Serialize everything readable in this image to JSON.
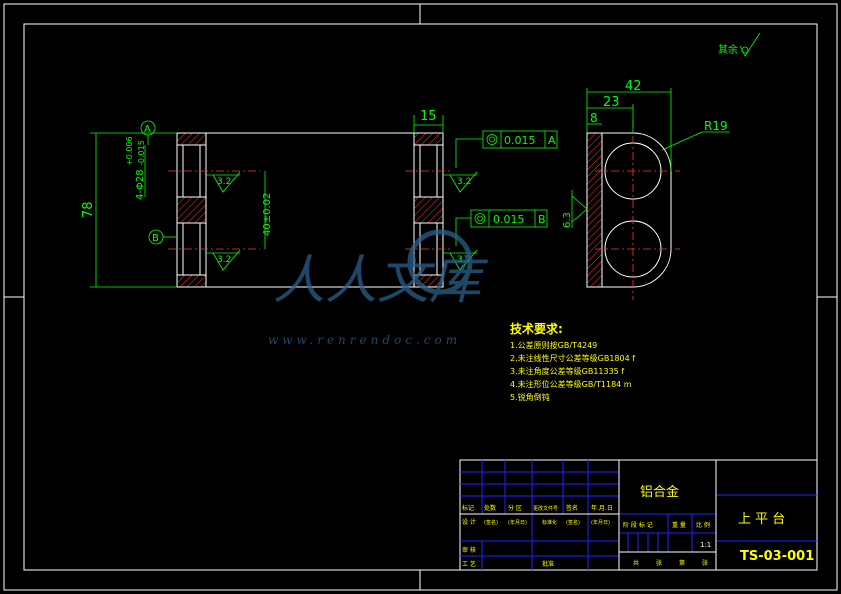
{
  "roughness_note": "其余",
  "dims": {
    "d42": "42",
    "d23": "23",
    "d8": "8",
    "r19": "R19",
    "d15": "15",
    "d78": "78",
    "d40": "40±0.02",
    "d28": "4-Φ28",
    "tol_up": "+0.006",
    "tol_lo": "-0.015",
    "d63": "6.3",
    "ra1": "3.2",
    "ra2": "3.2",
    "ra3": "3.2",
    "ra4": "3.2",
    "datum_a": "A",
    "datum_b": "B"
  },
  "fcf": [
    {
      "sym": "◎",
      "tol": "0.015",
      "datum": "A"
    },
    {
      "sym": "◎",
      "tol": "0.015",
      "datum": "B"
    }
  ],
  "tech": {
    "title": "技术要求:",
    "lines": [
      "1.公差原则按GB/T4249",
      "2.未注线性尺寸公差等级GB1804 f",
      "3.未注角度公差等级GB11335 f",
      "4.未注形位公差等级GB/T1184 m",
      "5.锐角倒钝"
    ]
  },
  "watermark": {
    "cn": "人人文库",
    "url": "www.renrendoc.com"
  },
  "titleblock": {
    "material": "铝合金",
    "part_name": "上 平 台",
    "drawing_no": "TS-03-001",
    "scale": "1:1",
    "row_labels": [
      "标记",
      "处数",
      "分 区",
      "更改文件号",
      "签名",
      "年.月.日"
    ],
    "row2": [
      "设 计",
      "(签名)",
      "(年月日)",
      "标准化",
      "(签名)",
      "(年月日)"
    ],
    "row3": [
      "审 核"
    ],
    "row4": [
      "工 艺",
      "批准"
    ],
    "stage": [
      "阶 段 标 记",
      "重 量",
      "比 例"
    ],
    "sheet": [
      "共",
      "张",
      "第",
      "张"
    ]
  }
}
